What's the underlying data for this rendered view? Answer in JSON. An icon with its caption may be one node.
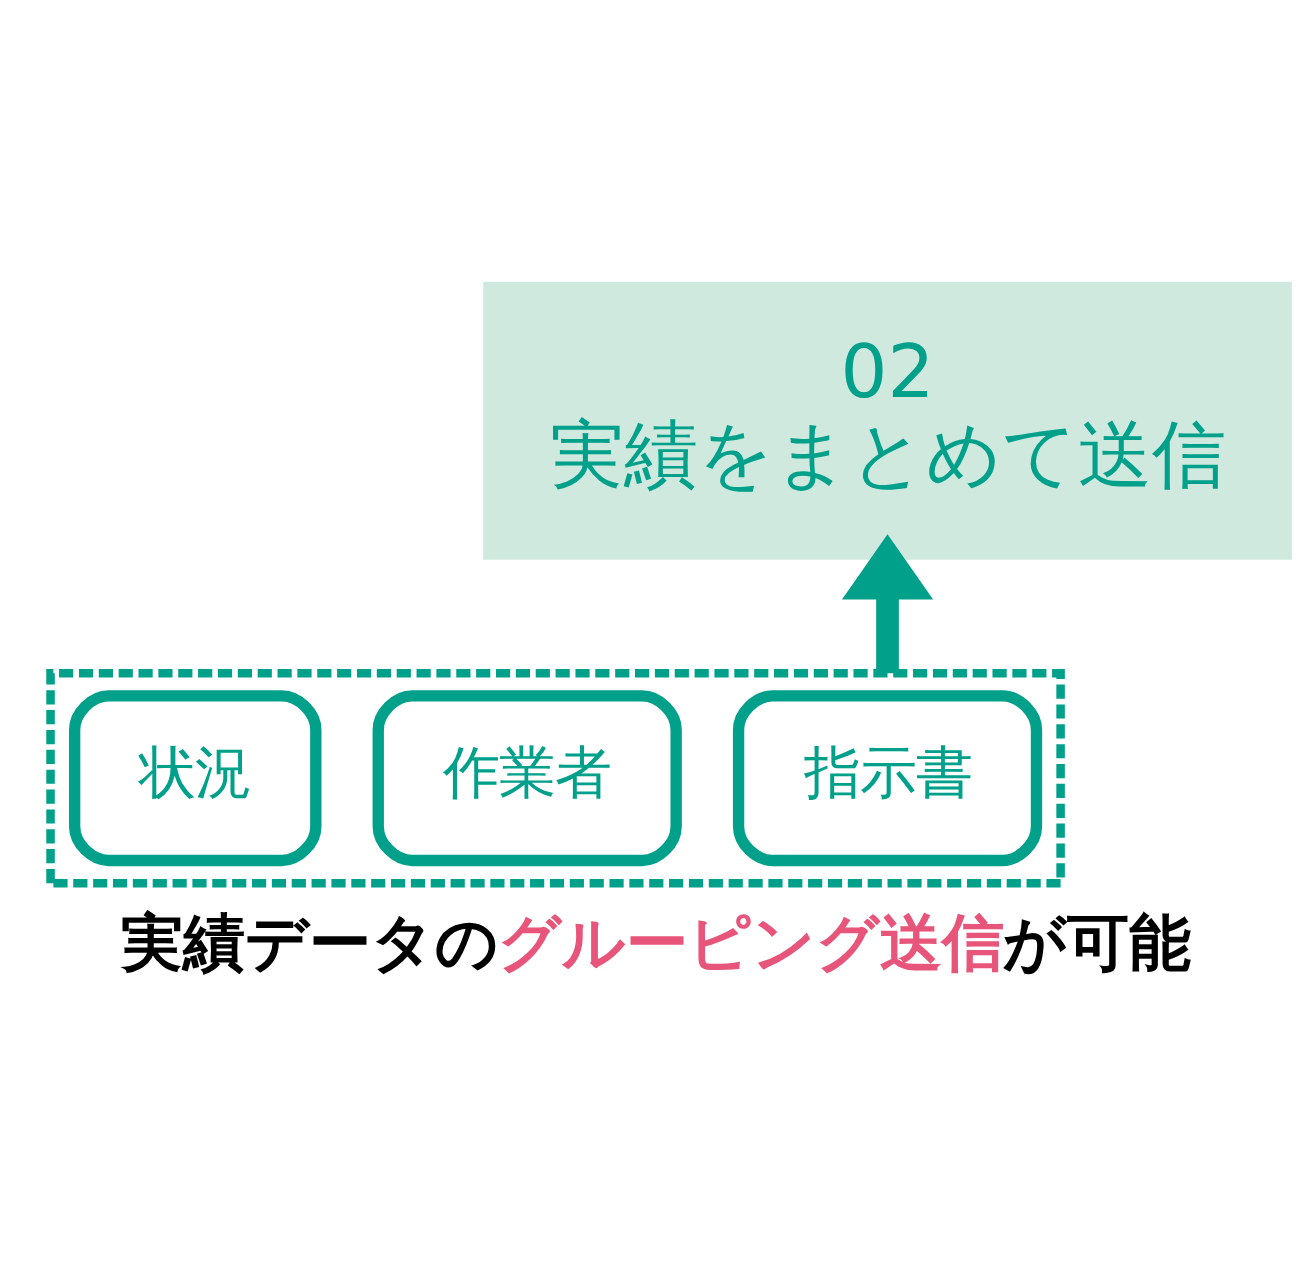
{
  "diagram": {
    "caption": "実績データの**グルーピング送信**が可能",
    "nodes": [
      {
        "text": [
          "02",
          "実績をまとめて送信"
        ]
      },
      {
        "text": [],
        "shape": "box"
      },
      {
        "text": [
          "指示書"
        ],
        "in": 1
      },
      {
        "text": [
          "作業者"
        ],
        "in": 1
      },
      {
        "text": [
          "状況"
        ],
        "in": 1
      }
    ],
    "edges": [
      {
        "from": 1,
        "to": 0,
        "arrow": "to"
      }
    ]
  }
}
